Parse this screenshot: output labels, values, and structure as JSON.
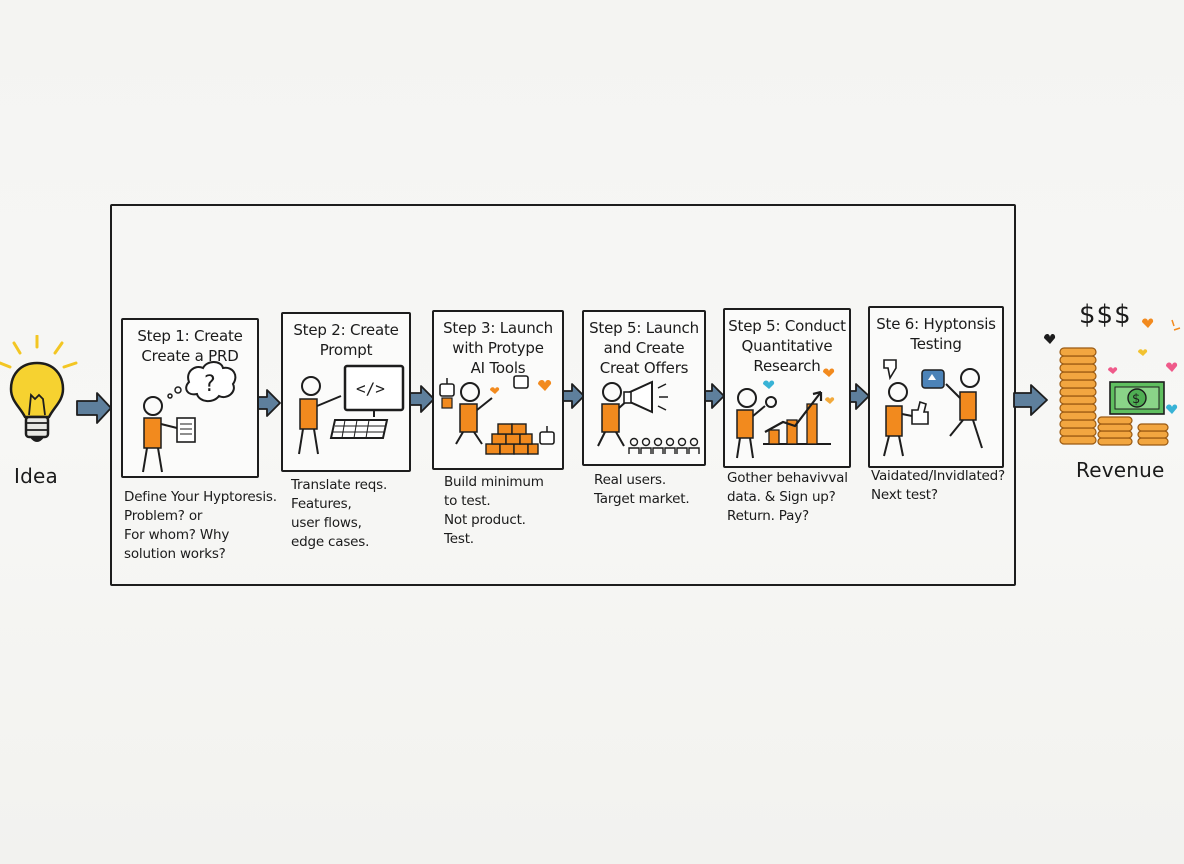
{
  "start": {
    "label": "Idea",
    "icon": "lightbulb-icon"
  },
  "end": {
    "label": "Revenue",
    "money": "$$$",
    "icon": "coin-stack-icon"
  },
  "steps": [
    {
      "title": "Step 1: Create\nCreate a PRD",
      "desc": "Define Your Hyptoresis.\nProblem? or\nFor whom? Why\nsolution works?"
    },
    {
      "title": "Step 2: Create\nPrompt",
      "desc": "Translate reqs.\nFeatures,\nuser flows,\nedge cases."
    },
    {
      "title": "Step 3: Launch\nwith Protype\nAI Tools",
      "desc": "Build minimum\nto test.\nNot product.\nTest."
    },
    {
      "title": "Step 5: Launch\nand Create\nCreat Offers",
      "desc": "Real users.\nTarget market."
    },
    {
      "title": "Step 5: Conduct\nQuantitative\nResearch",
      "desc": "Gother behavivval\ndata. & Sign up?\nReturn. Pay?"
    },
    {
      "title": "Ste 6: Hyptonsis\nTesting",
      "desc": "Vaidated/Invidlated?\nNext test?"
    }
  ],
  "colors": {
    "accent": "#f28a1e",
    "arrow": "#5e7f9c",
    "ink": "#1d1d1d",
    "bulb": "#f6d230",
    "money": "#46a84b"
  }
}
